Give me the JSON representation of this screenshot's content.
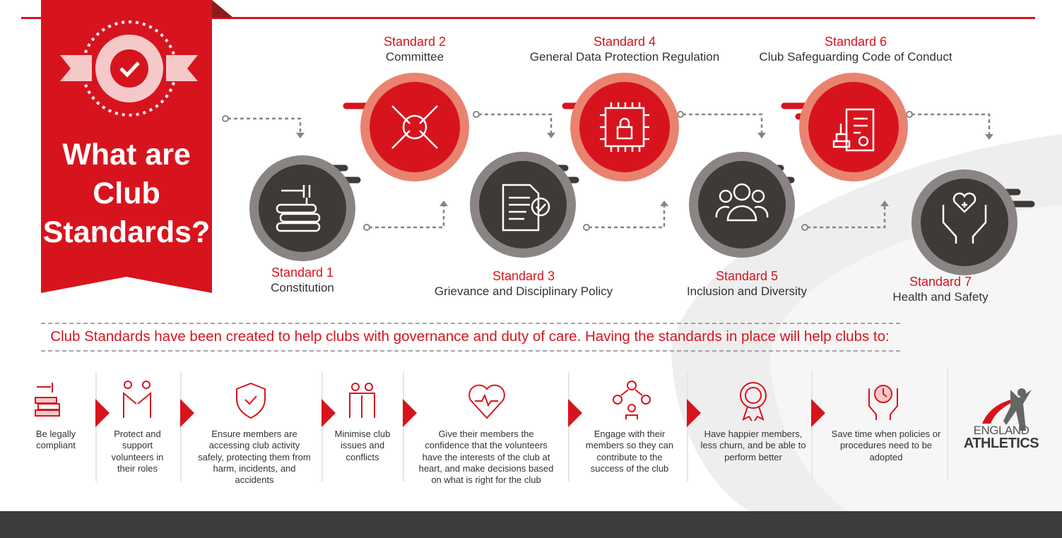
{
  "title": "What are Club Standards?",
  "title_lines": [
    "What are",
    "Club",
    "Standards?"
  ],
  "standards": [
    {
      "label": "Standard 1",
      "name": "Constitution",
      "icon": "gavel-books-icon"
    },
    {
      "label": "Standard 2",
      "name": "Committee",
      "icon": "joined-hands-icon"
    },
    {
      "label": "Standard 3",
      "name": "Grievance and Disciplinary Policy",
      "icon": "document-check-icon"
    },
    {
      "label": "Standard 4",
      "name": "General Data Protection Regulation",
      "icon": "chip-lock-icon"
    },
    {
      "label": "Standard 5",
      "name": "Inclusion and Diversity",
      "icon": "group-icon"
    },
    {
      "label": "Standard 6",
      "name": "Club Safeguarding Code of Conduct",
      "icon": "stamp-document-icon"
    },
    {
      "label": "Standard 7",
      "name": "Health and Safety",
      "icon": "hands-heart-icon"
    }
  ],
  "intro": "Club Standards have been created to help clubs with governance and duty of care. Having the standards in place will help clubs to:",
  "benefits": [
    {
      "text": "Be legally compliant",
      "icon": "gavel-books-icon"
    },
    {
      "text": "Protect and support volunteers in their roles",
      "icon": "handshake-icon"
    },
    {
      "text": "Ensure members are accessing club activity safely, protecting them from harm, incidents, and accidents",
      "icon": "shield-check-icon"
    },
    {
      "text": "Minimise club issues and conflicts",
      "icon": "people-embrace-icon"
    },
    {
      "text": "Give their members the confidence that the volunteers have the interests of the club at heart, and make decisions based on what is right for the club",
      "icon": "heart-pulse-icon"
    },
    {
      "text": "Engage with their members so they can contribute to the success of the club",
      "icon": "network-people-icon"
    },
    {
      "text": "Have happier members, less churn, and be able to perform better",
      "icon": "award-star-icon"
    },
    {
      "text": "Save time when policies or procedures need to be adopted",
      "icon": "hands-clock-icon"
    }
  ],
  "logo": {
    "line1": "ENGLAND",
    "line2": "ATHLETICS"
  },
  "colors": {
    "red": "#d7141e",
    "salmon": "#e9836f",
    "dark": "#3d3a38",
    "ring": "#8a8584",
    "footer": "#3e3c3a"
  }
}
